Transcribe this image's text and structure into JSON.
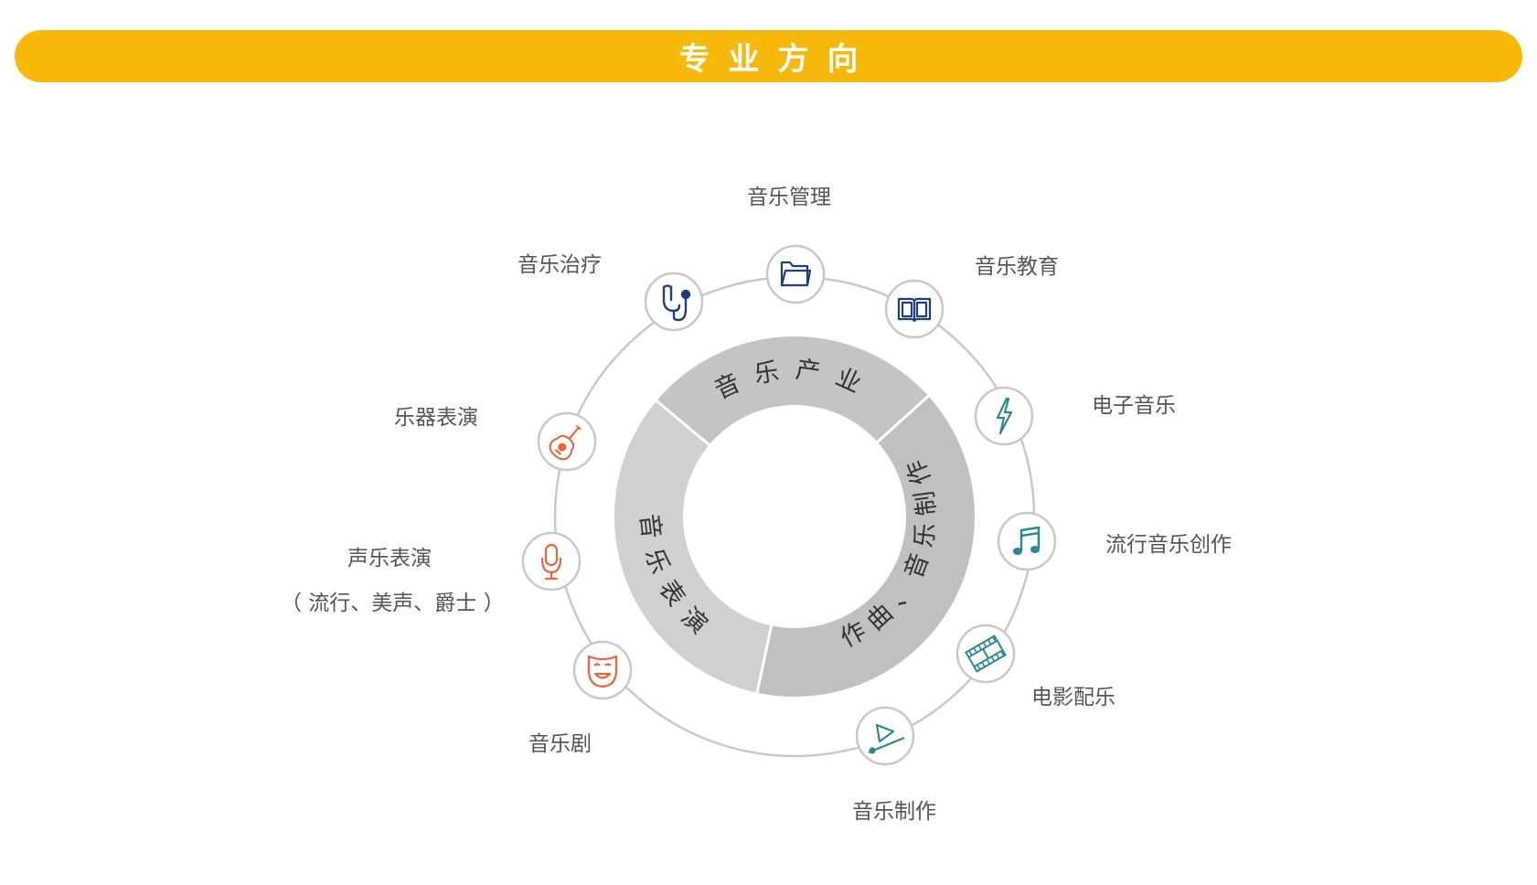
{
  "title": "专业方向",
  "ring_segments": [
    {
      "id": "industry",
      "text": "音乐产业",
      "color": "#c4c4c4"
    },
    {
      "id": "creation",
      "text": "作曲、音乐制作",
      "color": "#c0c0c0"
    },
    {
      "id": "performance",
      "text": "音乐表演",
      "color": "#d0d0d0"
    }
  ],
  "nodes": [
    {
      "id": "management",
      "label": "音乐管理",
      "icon": "folder-icon",
      "color": "#1f3f7a"
    },
    {
      "id": "education",
      "label": "音乐教育",
      "icon": "book-icon",
      "color": "#1f3f7a"
    },
    {
      "id": "electronic",
      "label": "电子音乐",
      "icon": "lightning-icon",
      "color": "#2a8a93"
    },
    {
      "id": "pop",
      "label": "流行音乐创作",
      "icon": "music-note-icon",
      "color": "#2a8a93"
    },
    {
      "id": "film",
      "label": "电影配乐",
      "icon": "film-strip-icon",
      "color": "#2a8a93"
    },
    {
      "id": "production",
      "label": "音乐制作",
      "icon": "play-icon",
      "color": "#2a8a93"
    },
    {
      "id": "musical",
      "label": "音乐剧",
      "icon": "theater-mask-icon",
      "color": "#e8643a"
    },
    {
      "id": "vocal",
      "label": "声乐表演",
      "sublabel": "（ 流行、美声、爵士 ）",
      "icon": "microphone-icon",
      "color": "#e8643a"
    },
    {
      "id": "instrument",
      "label": "乐器表演",
      "icon": "guitar-icon",
      "color": "#e8643a"
    },
    {
      "id": "therapy",
      "label": "音乐治疗",
      "icon": "stethoscope-icon",
      "color": "#1f3f7a"
    }
  ]
}
